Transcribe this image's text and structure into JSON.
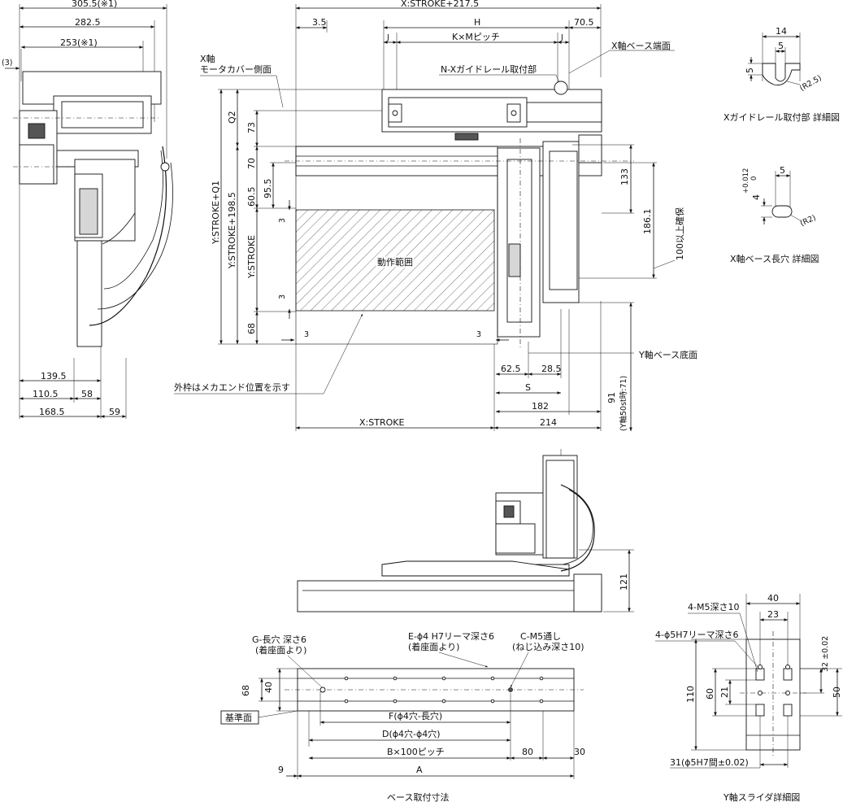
{
  "top_left_view": {
    "dim_305": "305.5(※1)",
    "dim_282": "282.5",
    "dim_253": "253(※1)",
    "dim_3": "(3)",
    "dim_139": "139.5",
    "dim_110": "110.5",
    "dim_58": "58",
    "dim_168": "168.5",
    "dim_59": "59"
  },
  "top_view": {
    "dim_xstroke_top": "X:STROKE+217.5",
    "dim_3_5": "3.5",
    "dim_H": "H",
    "dim_70_5": "70.5",
    "dim_J_left": "J",
    "dim_KM": "K×Mピッチ",
    "dim_J_right": "J",
    "label_xbase_end": "X軸ベース端面",
    "label_nx": "N-Xガイドレール取付部",
    "label_x_axis": "X軸",
    "label_motor_side": "モータカバー側面",
    "dim_Q2": "Q2",
    "dim_73": "73",
    "dim_70": "70",
    "dim_95_5": "95.5",
    "dim_60_5": "60.5",
    "dim_ystroke_q1": "Y:STROKE+Q1",
    "dim_ystroke_198": "Y:STROKE+198.5",
    "dim_ystroke": "Y:STROKE",
    "dim_3a": "3",
    "dim_3b": "3",
    "dim_68": "68",
    "dim_3c": "3",
    "dim_3d": "3",
    "label_range": "動作範囲",
    "dim_133": "133",
    "dim_186": "186.1",
    "label_100": "100以上確保",
    "label_ybase_bottom": "Y軸ベース底面",
    "dim_62_5": "62.5",
    "dim_28_5": "28.5",
    "dim_S": "S",
    "dim_182": "182",
    "dim_91": "91",
    "dim_y50": "(Y軸50st時:71)",
    "label_outer_frame": "外枠はメカエンド位置を示す",
    "dim_xstroke_bottom": "X:STROKE",
    "dim_214": "214"
  },
  "detail_x_guide": {
    "dim_14": "14",
    "dim_5": "5",
    "dim_5v": "5",
    "dim_r": "(R2.5)",
    "caption": "Xガイドレール取付部 詳細図"
  },
  "detail_x_slot": {
    "dim_tol": "+0.012",
    "dim_tol0": "0",
    "dim_4": "4",
    "dim_5": "5",
    "dim_r": "(R2)",
    "caption": "X軸ベース長穴 詳細図"
  },
  "side_view": {
    "dim_121": "121"
  },
  "base_view": {
    "label_g": "G-長穴 深さ6",
    "label_g2": "(着座面より)",
    "label_e": "E-ϕ4 H7リーマ深さ6",
    "label_e2": "(着座面より)",
    "label_c": "C-M5通し",
    "label_c2": "(ねじ込み深さ10)",
    "dim_68": "68",
    "dim_40": "40",
    "label_ref": "基準面",
    "dim_F": "F(ϕ4穴-長穴)",
    "dim_D": "D(ϕ4穴-ϕ4穴)",
    "dim_B": "B×100ピッチ",
    "dim_80": "80",
    "dim_30": "30",
    "dim_9": "9",
    "dim_A": "A",
    "caption": "ベース取付寸法"
  },
  "slider_detail": {
    "dim_40": "40",
    "dim_23": "23",
    "label_m5": "4-M5深さ10",
    "label_pin": "4-ϕ5H7リーマ深さ6",
    "dim_32": "32 ±0.02",
    "dim_110": "110",
    "dim_60": "60",
    "dim_21": "21",
    "dim_50": "50",
    "dim_31": "31(ϕ5H7間±0.02)",
    "caption": "Y軸スライダ詳細図"
  }
}
